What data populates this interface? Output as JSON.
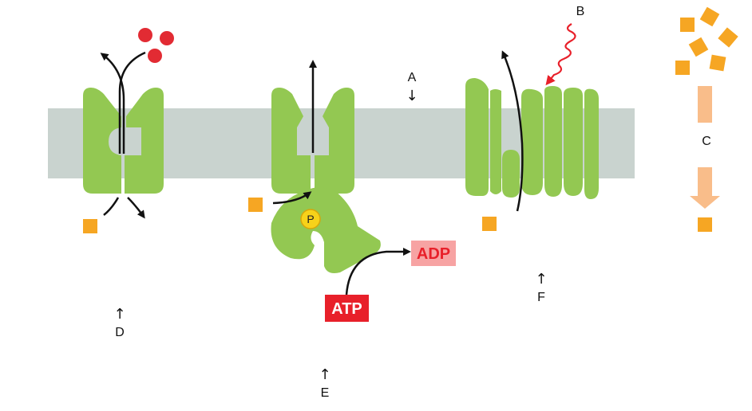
{
  "labels": {
    "a": "A",
    "b": "B",
    "c": "C",
    "d": "D",
    "e": "E",
    "f": "F",
    "down_arrow": "↓",
    "up_arrow": "↑"
  },
  "molecules": {
    "atp": "ATP",
    "adp": "ADP",
    "phosphate": "P"
  },
  "colors": {
    "membrane": "#c9d3cf",
    "protein": "#93c852",
    "solute": "#f6a623",
    "ion": "#e22b33",
    "atp": "#e8202a",
    "adp_bg": "#f7a3a3",
    "phosphate": "#f7d21a",
    "light_signal": "#e8202a",
    "diffusion": "#f9bd8a"
  },
  "icons": [
    "arrow-icon",
    "wavy-arrow-icon",
    "phosphate-icon"
  ]
}
